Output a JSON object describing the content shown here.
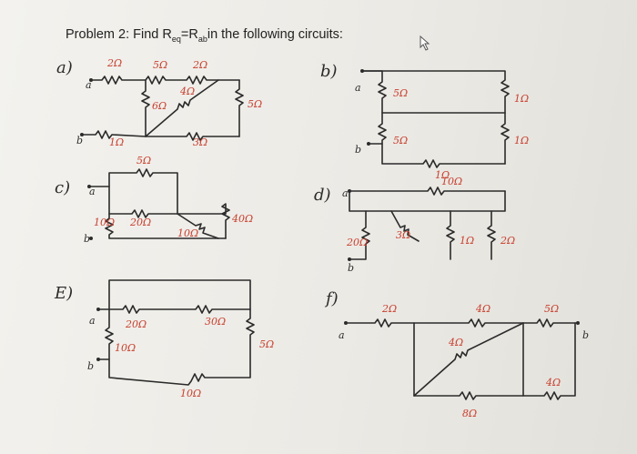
{
  "title": {
    "prefix": "Problem 2: Find R",
    "eq_sub": "eq",
    "mid": "=R",
    "ab_sub": "ab",
    "suffix": "in the following circuits:"
  },
  "circuits": {
    "a": {
      "label": "a)",
      "terminal_a": "a",
      "terminal_b": "b",
      "r1": "2Ω",
      "r2": "5Ω",
      "r3": "2Ω",
      "r4": "4Ω",
      "r5": "6Ω",
      "r6": "5Ω",
      "r7": "1Ω",
      "r8": "3Ω"
    },
    "b": {
      "label": "b)",
      "terminal_a": "a",
      "terminal_b": "b",
      "r1": "5Ω",
      "r2": "1Ω",
      "r3": "5Ω",
      "r4": "1Ω",
      "r5": "1Ω"
    },
    "c": {
      "label": "c)",
      "terminal_a": "a",
      "terminal_b": "b",
      "r1": "5Ω",
      "r2": "20Ω",
      "r3": "10Ω",
      "r4": "10Ω",
      "r5": "40Ω"
    },
    "d": {
      "label": "d)",
      "terminal_a": "a",
      "terminal_b": "b",
      "r1": "10Ω",
      "r2": "20Ω",
      "r3": "3Ω",
      "r4": "1Ω",
      "r5": "2Ω"
    },
    "e": {
      "label": "E)",
      "terminal_a": "a",
      "terminal_b": "b",
      "r1": "20Ω",
      "r2": "30Ω",
      "r3": "10Ω",
      "r4": "5Ω",
      "r5": "10Ω"
    },
    "f": {
      "label": "f)",
      "terminal_a": "a",
      "terminal_b": "b",
      "r1": "2Ω",
      "r2": "4Ω",
      "r3": "5Ω",
      "r4": "4Ω",
      "r5": "8Ω",
      "r6": "4Ω"
    }
  }
}
